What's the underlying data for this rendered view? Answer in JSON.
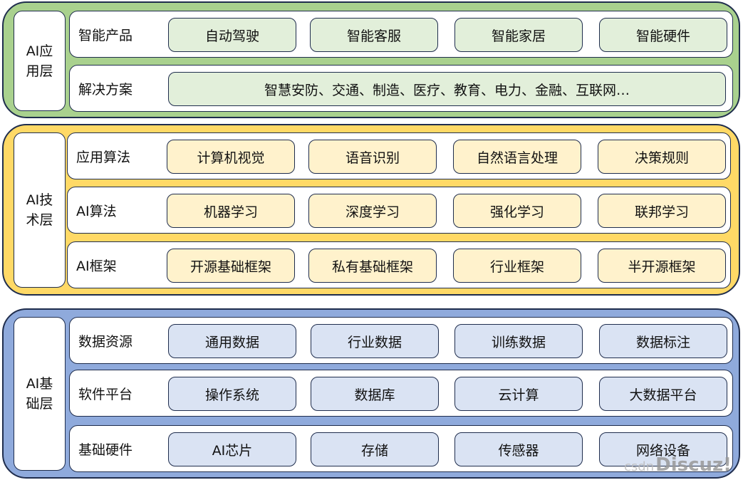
{
  "layers": [
    {
      "label": "AI应用层",
      "rows": [
        {
          "title": "智能产品",
          "items": [
            "自动驾驶",
            "智能客服",
            "智能家居",
            "智能硬件"
          ]
        },
        {
          "title": "解决方案",
          "wide": "智慧安防、交通、制造、医疗、教育、电力、金融、互联网…"
        }
      ]
    },
    {
      "label": "AI技术层",
      "rows": [
        {
          "title": "应用算法",
          "items": [
            "计算机视觉",
            "语音识别",
            "自然语言处理",
            "决策规则"
          ]
        },
        {
          "title": "AI算法",
          "items": [
            "机器学习",
            "深度学习",
            "强化学习",
            "联邦学习"
          ]
        },
        {
          "title": "AI框架",
          "items": [
            "开源基础框架",
            "私有基础框架",
            "行业框架",
            "半开源框架"
          ]
        }
      ]
    },
    {
      "label": "AI基础层",
      "rows": [
        {
          "title": "数据资源",
          "items": [
            "通用数据",
            "行业数据",
            "训练数据",
            "数据标注"
          ]
        },
        {
          "title": "软件平台",
          "items": [
            "操作系统",
            "数据库",
            "云计算",
            "大数据平台"
          ]
        },
        {
          "title": "基础硬件",
          "items": [
            "AI芯片",
            "存储",
            "传感器",
            "网络设备"
          ]
        }
      ]
    }
  ],
  "watermark": {
    "prefix": "csdn",
    "brand": "Discuz!"
  },
  "colors": {
    "green": "#a9d18e",
    "yellow": "#ffd966",
    "blue": "#8faadc",
    "border": "#1f2d4d"
  }
}
